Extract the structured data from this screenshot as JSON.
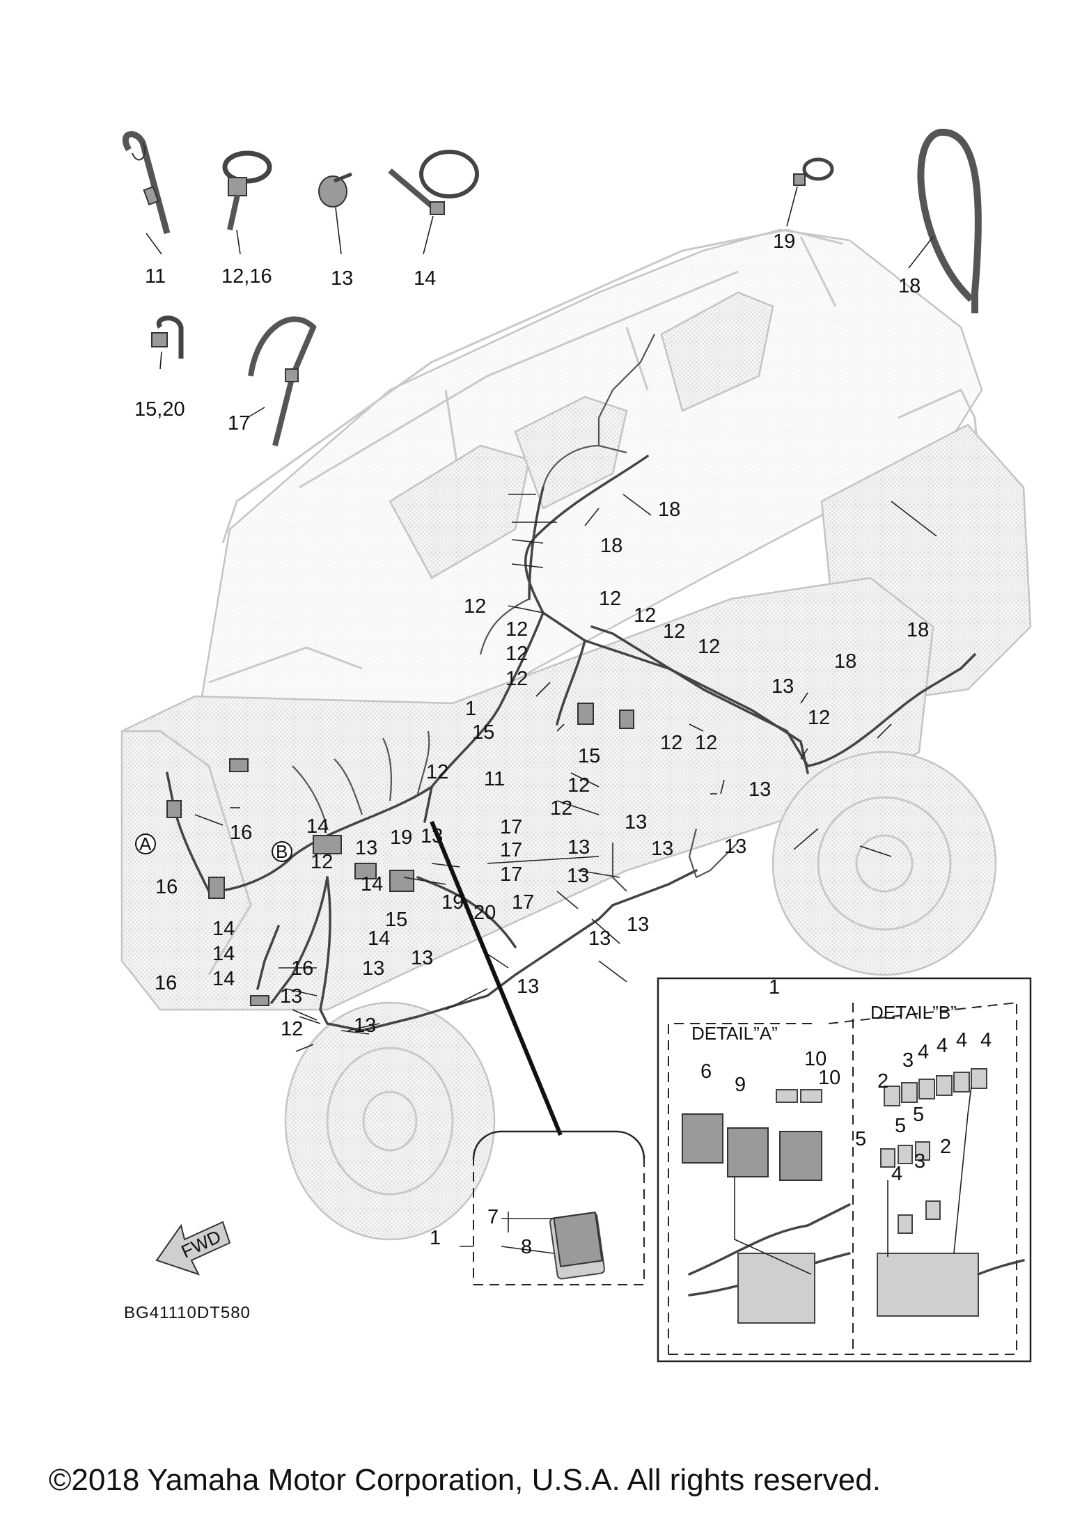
{
  "parts_labels": {
    "l11": "11",
    "l12_16": "12,16",
    "l13": "13",
    "l14": "14",
    "l19": "19",
    "l18": "18",
    "l15_20": "15,20",
    "l17": "17"
  },
  "callouts": {
    "n1": "1",
    "n2": "2",
    "n3": "3",
    "n4": "4",
    "n5": "5",
    "n6": "6",
    "n7": "7",
    "n8": "8",
    "n9": "9",
    "n10": "10",
    "n11": "11",
    "n12": "12",
    "n13": "13",
    "n14": "14",
    "n15": "15",
    "n16": "16",
    "n17": "17",
    "n18": "18",
    "n19": "19",
    "n20": "20"
  },
  "markers": {
    "a": "A",
    "b": "B"
  },
  "details": {
    "detail_a": "DETAIL”A”",
    "detail_b": "DETAIL”B”"
  },
  "arrow_label": "FWD",
  "diagram_code": "BG41110DT580",
  "copyright": "©2018 Yamaha Motor Corporation, U.S.A. All rights reserved."
}
